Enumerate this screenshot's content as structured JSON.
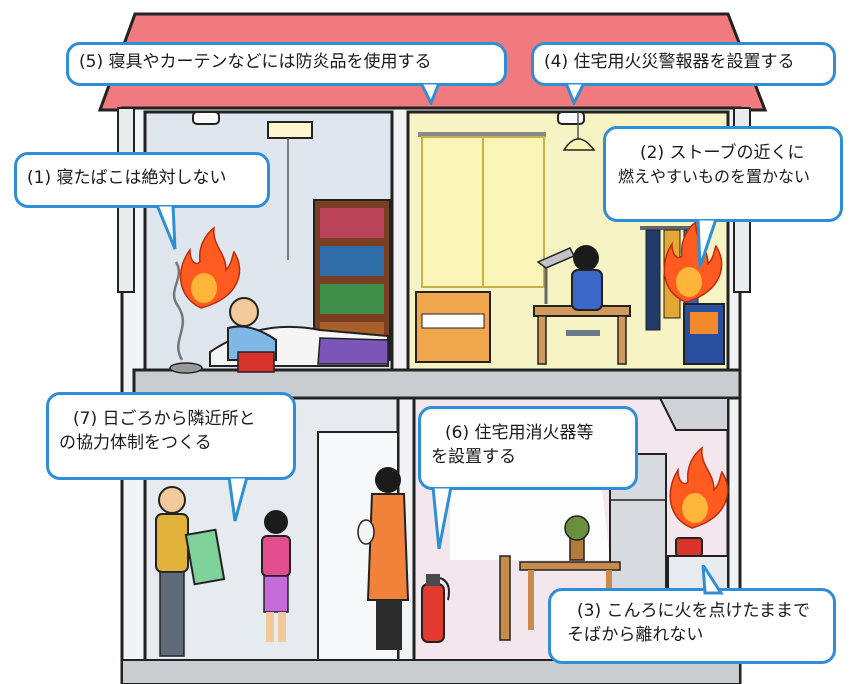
{
  "safety_tips": [
    {
      "id": "1",
      "lines": [
        "(1) 寝たばこは絶対しない"
      ]
    },
    {
      "id": "2",
      "lines": [
        "(2) ストーブの近くに",
        "燃えやすいものを置かない"
      ]
    },
    {
      "id": "3",
      "lines": [
        "(3) こんろに火を点けたままで",
        "そばから離れない"
      ]
    },
    {
      "id": "4",
      "lines": [
        "(4) 住宅用火災警報器を設置する"
      ]
    },
    {
      "id": "5",
      "lines": [
        "(5) 寝具やカーテンなどには防炎品を使用する"
      ]
    },
    {
      "id": "6",
      "lines": [
        "(6) 住宅用消火器等",
        "を設置する"
      ]
    },
    {
      "id": "7",
      "lines": [
        "(7) 日ごろから隣近所と",
        "の協力体制をつくる"
      ]
    }
  ],
  "colors": {
    "roof": "#f07a7e",
    "house_wall": "#f1f3f5",
    "floor": "#c9cdd2",
    "outline": "#222222",
    "bubble_border": "#2f8fd6",
    "bedroom_wall": "#dfe6ee",
    "kids_room_wall": "#f6f3c4",
    "living_wall": "#e6ebf0",
    "kitchen_wall": "#f3e6ec",
    "flame": "#ff5a1f",
    "flame_core": "#ffb43a"
  },
  "icons": [
    "flame-icon",
    "smoke-detector-icon",
    "fire-extinguisher-icon",
    "stove-heater-icon",
    "bookshelf-icon",
    "desk-lamp-icon"
  ]
}
